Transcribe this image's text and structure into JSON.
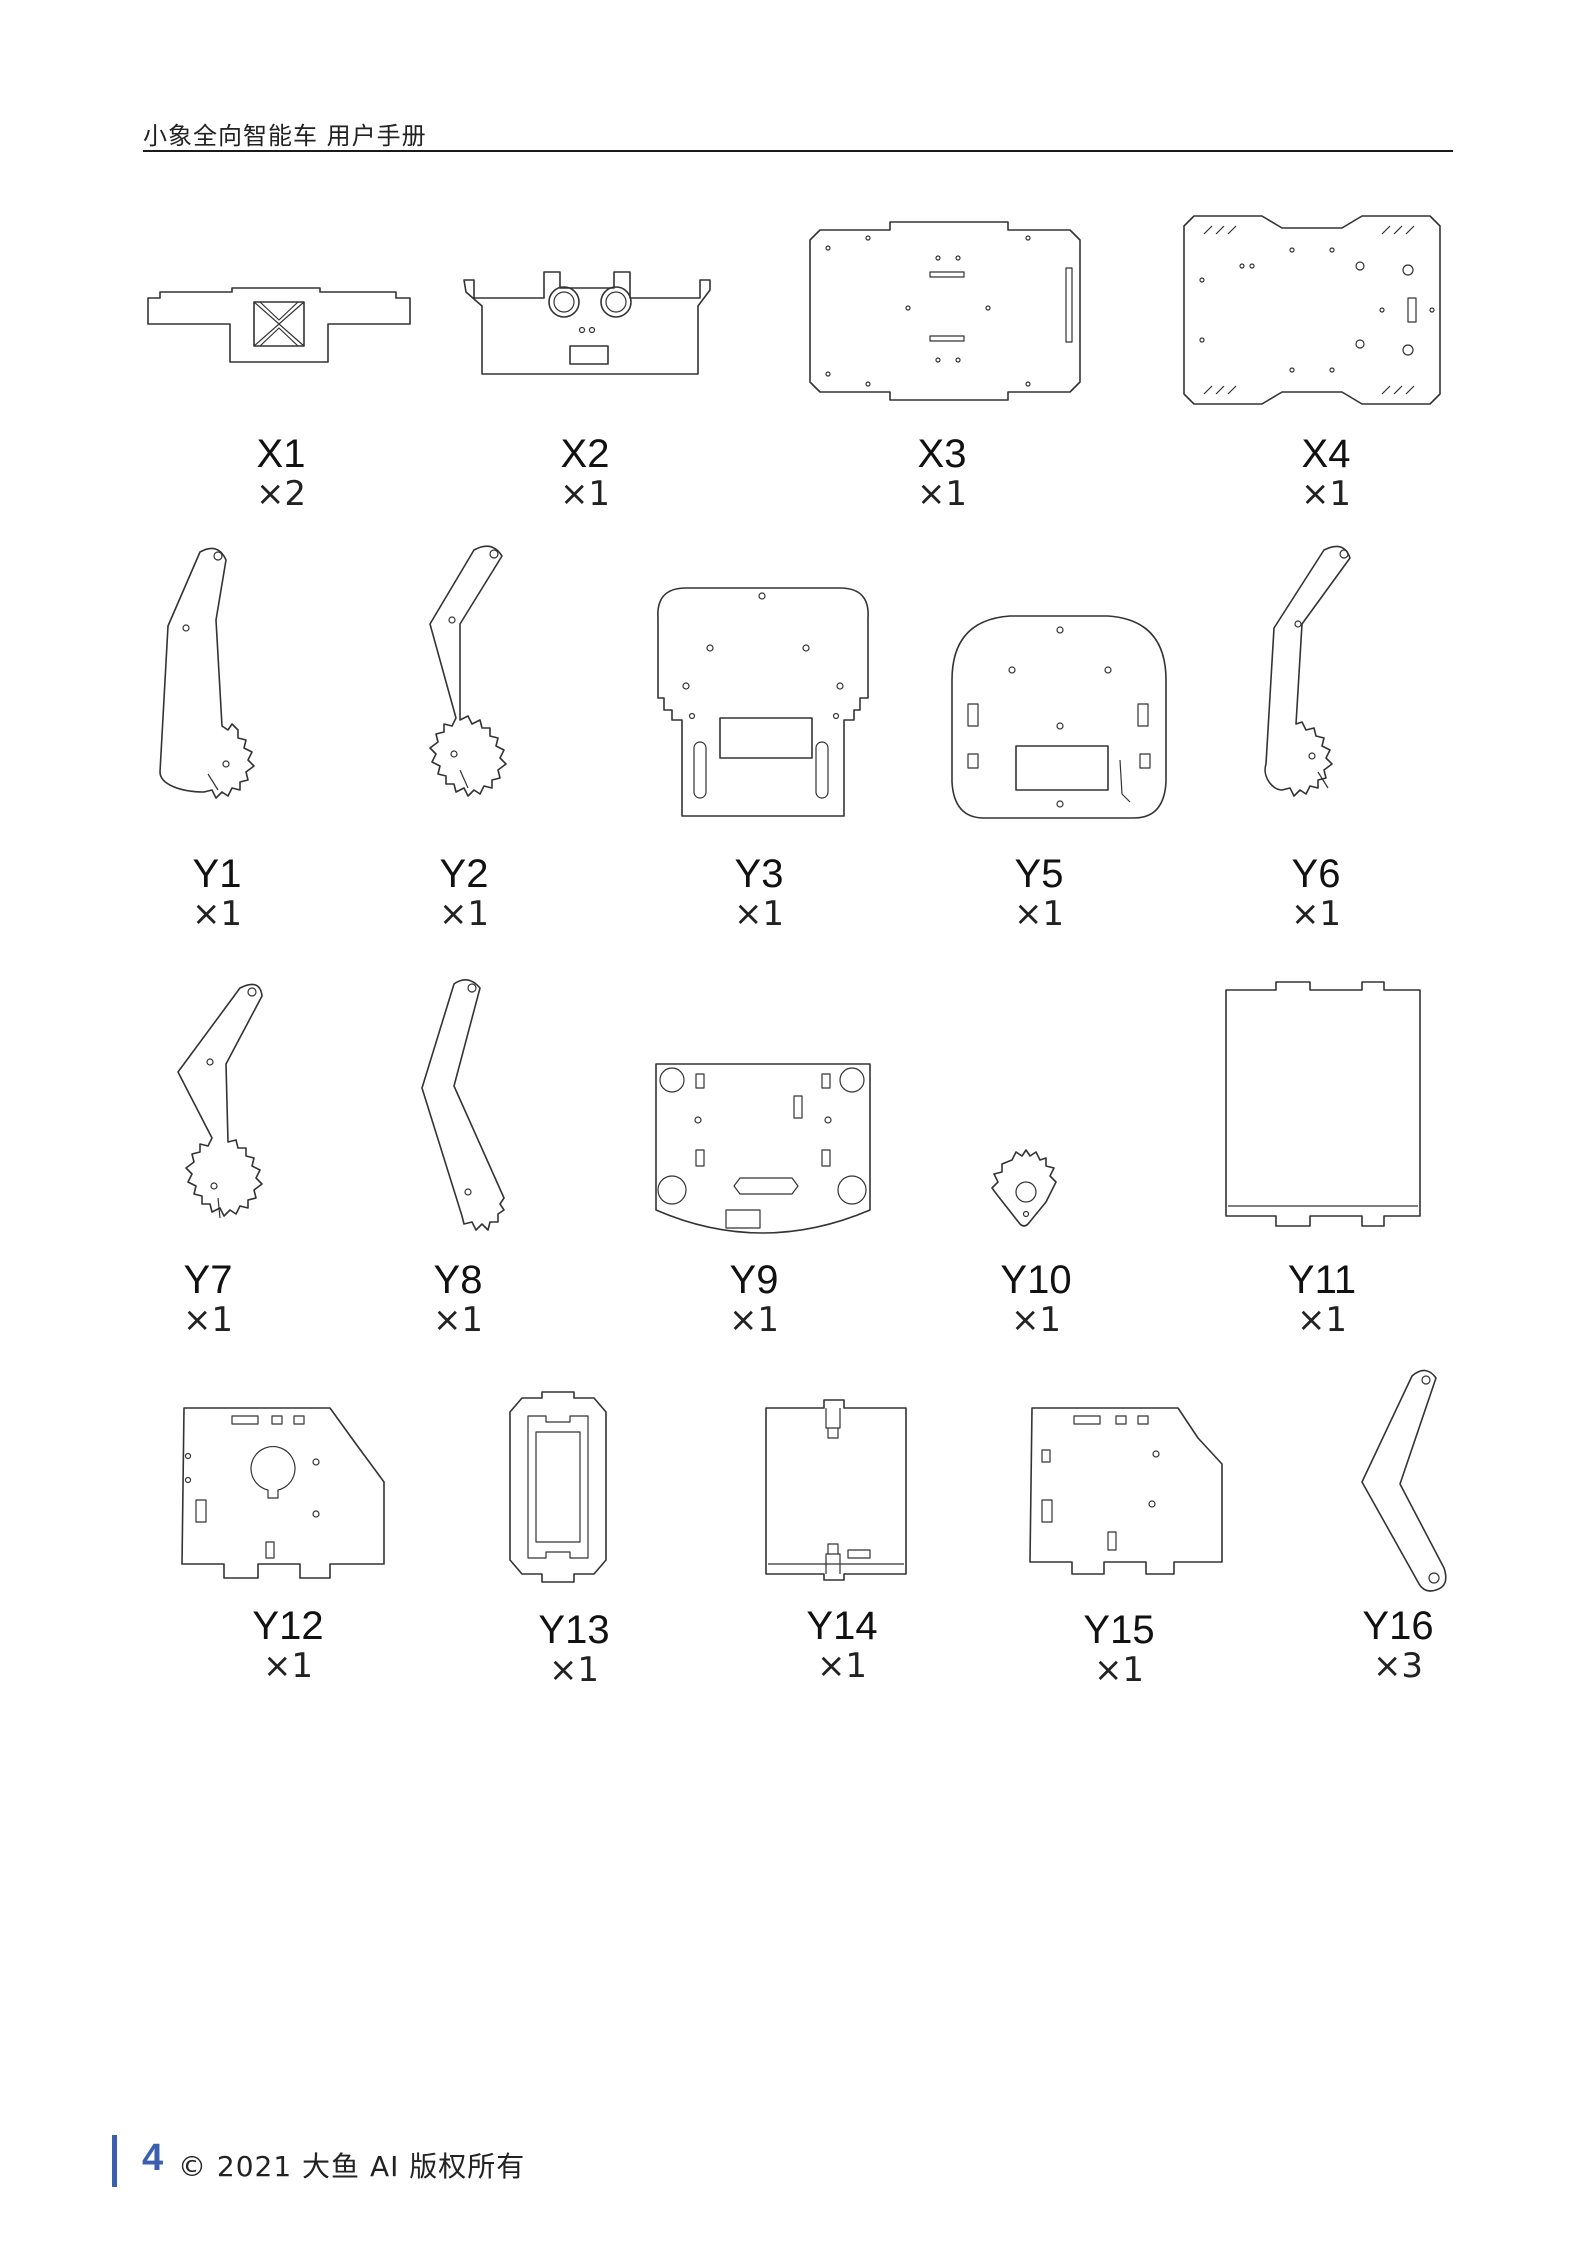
{
  "header": {
    "title": "小象全向智能车 用户手册"
  },
  "parts": [
    {
      "code": "X1",
      "qty": "×2"
    },
    {
      "code": "X2",
      "qty": "×1"
    },
    {
      "code": "X3",
      "qty": "×1"
    },
    {
      "code": "X4",
      "qty": "×1"
    },
    {
      "code": "Y1",
      "qty": "×1"
    },
    {
      "code": "Y2",
      "qty": "×1"
    },
    {
      "code": "Y3",
      "qty": "×1"
    },
    {
      "code": "Y5",
      "qty": "×1"
    },
    {
      "code": "Y6",
      "qty": "×1"
    },
    {
      "code": "Y7",
      "qty": "×1"
    },
    {
      "code": "Y8",
      "qty": "×1"
    },
    {
      "code": "Y9",
      "qty": "×1"
    },
    {
      "code": "Y10",
      "qty": "×1"
    },
    {
      "code": "Y11",
      "qty": "×1"
    },
    {
      "code": "Y12",
      "qty": "×1"
    },
    {
      "code": "Y13",
      "qty": "×1"
    },
    {
      "code": "Y14",
      "qty": "×1"
    },
    {
      "code": "Y15",
      "qty": "×1"
    },
    {
      "code": "Y16",
      "qty": "×3"
    }
  ],
  "footer": {
    "page_number": "4",
    "copyright": "© 2021 大鱼 AI 版权所有"
  }
}
